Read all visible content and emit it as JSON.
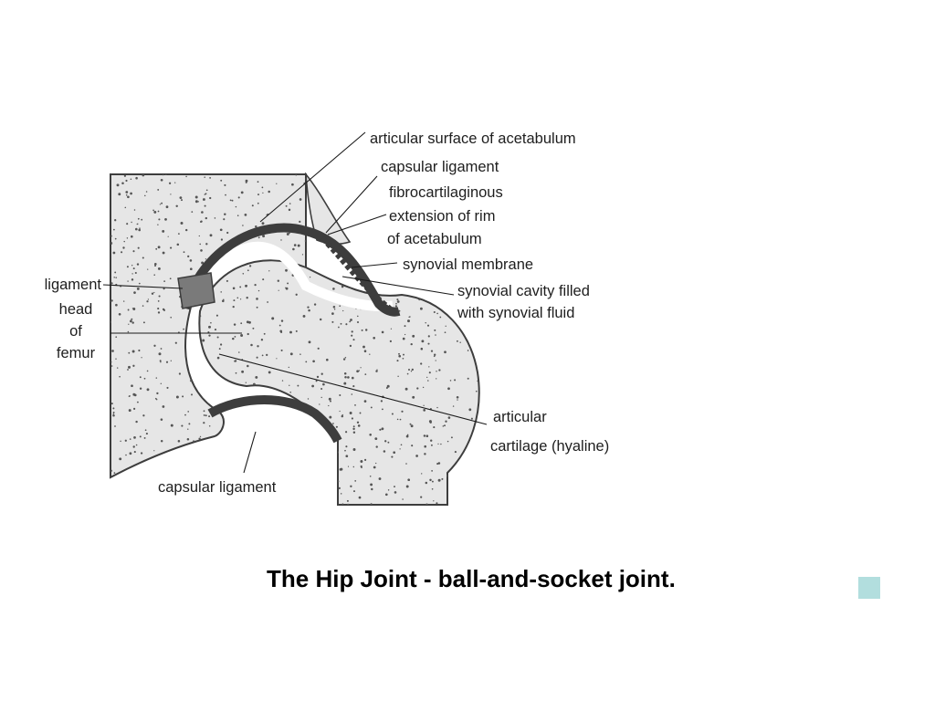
{
  "caption": "The Hip Joint - ball-and-socket joint.",
  "colors": {
    "bone": "#e6e6e6",
    "outline": "#3d3d3d",
    "cartilage": "#ffffff",
    "ligament": "#7a7a7a",
    "bullet": "#b2dede"
  },
  "labels": {
    "articular_surface": "articular surface of acetabulum",
    "capsular_ligament_top": "capsular ligament",
    "fibro_1": "fibrocartilaginous",
    "fibro_2": "extension of rim",
    "fibro_3": "of acetabulum",
    "synovial_membrane": "synovial membrane",
    "synovial_cavity_1": "synovial cavity filled",
    "synovial_cavity_2": "with synovial fluid",
    "ligament": "ligament",
    "head_1": "head",
    "head_2": "of",
    "head_3": "femur",
    "articular_cartilage_1": "articular",
    "articular_cartilage_2": "cartilage (hyaline)",
    "capsular_ligament_bottom": "capsular ligament"
  }
}
